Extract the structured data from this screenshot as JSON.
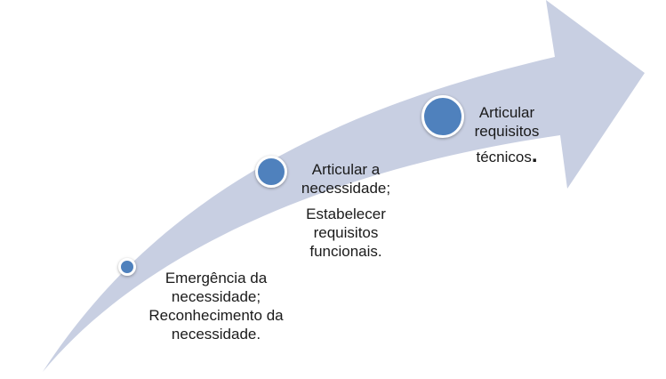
{
  "colors": {
    "arrow_fill": "#c8cfe2",
    "marker_fill": "#4f81bd",
    "marker_border": "#ffffff",
    "text": "#1a1a1a"
  },
  "stages": [
    {
      "lines": [
        "Emergência  da",
        "necessidade;",
        "Reconhecimento da",
        "necessidade."
      ]
    },
    {
      "lines": [
        "Articular a",
        "necessidade;"
      ],
      "sub_lines": [
        "Estabelecer",
        "requisitos",
        "funcionais."
      ]
    },
    {
      "lines": [
        "Articular",
        "requisitos",
        "técnicos"
      ],
      "trailing_period": "."
    }
  ]
}
